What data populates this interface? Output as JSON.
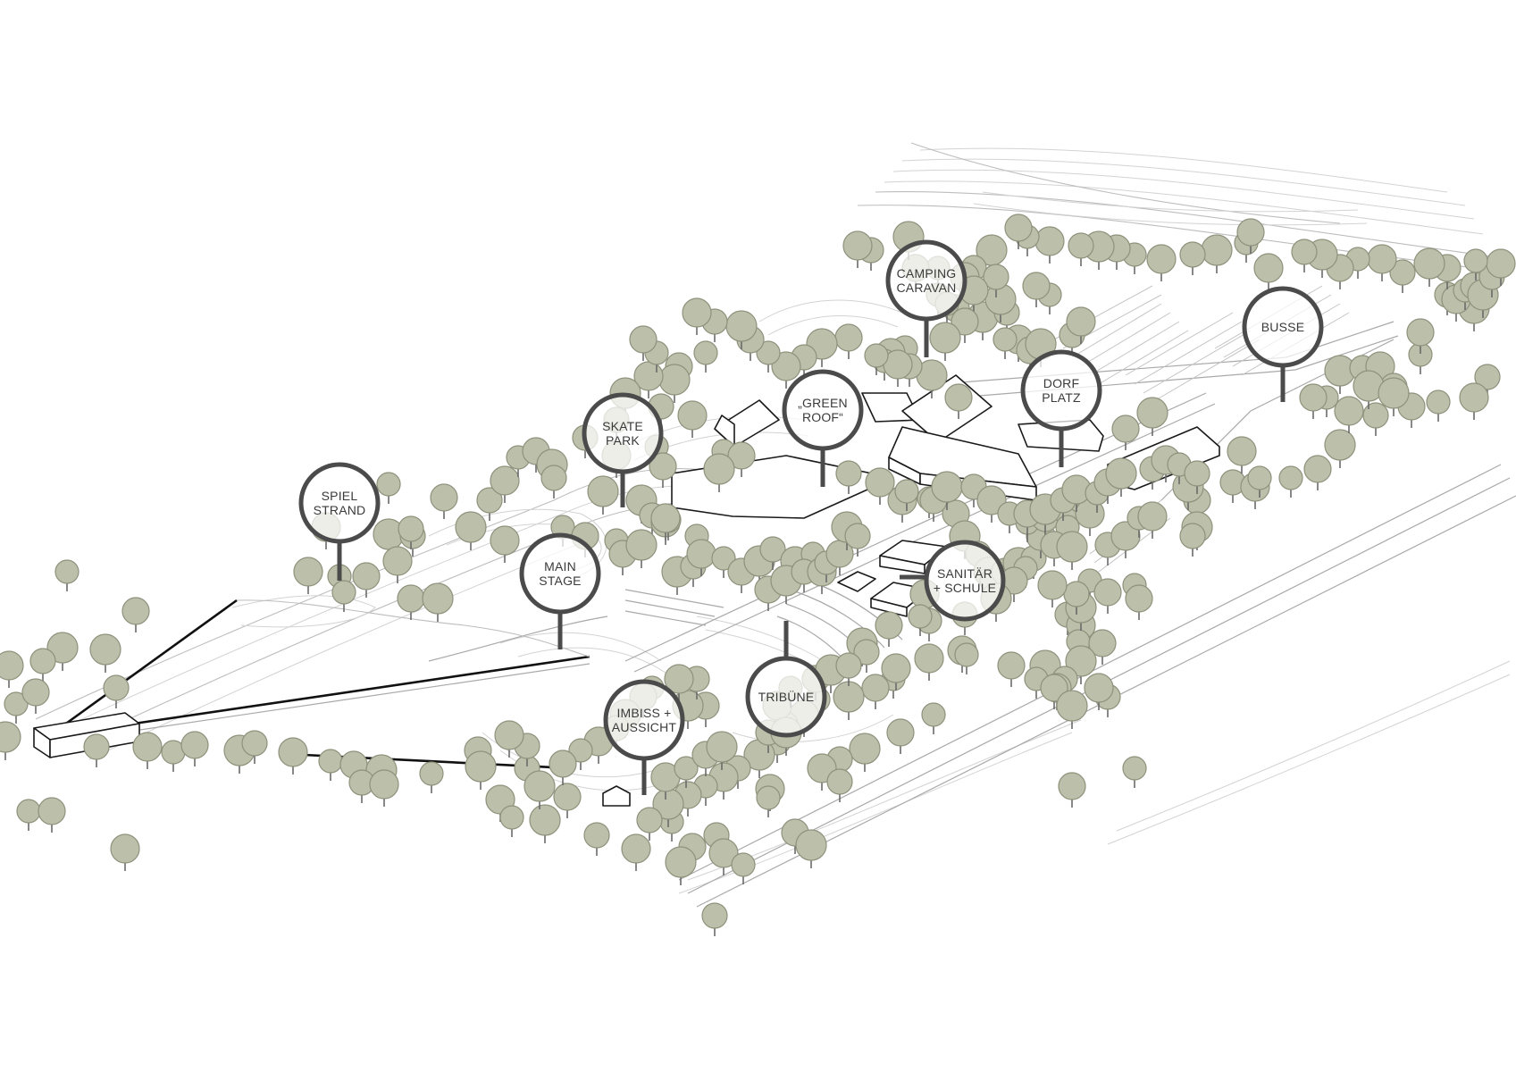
{
  "labels": [
    {
      "id": "spiel-strand",
      "lines": [
        "SPIEL",
        "STRAND"
      ]
    },
    {
      "id": "skate-park",
      "lines": [
        "SKATE",
        "PARK"
      ]
    },
    {
      "id": "main-stage",
      "lines": [
        "MAIN",
        "STAGE"
      ]
    },
    {
      "id": "green-roof",
      "lines": [
        "„GREEN",
        "ROOF“"
      ]
    },
    {
      "id": "camping-caravan",
      "lines": [
        "CAMPING",
        "CARAVAN"
      ]
    },
    {
      "id": "dorf-platz",
      "lines": [
        "DORF",
        "PLATZ"
      ]
    },
    {
      "id": "busse",
      "lines": [
        "BUSSE"
      ]
    },
    {
      "id": "sanitaer-schule",
      "lines": [
        "SANITÄR",
        "+ SCHULE"
      ]
    },
    {
      "id": "imbiss-aussicht",
      "lines": [
        "IMBISS +",
        "AUSSICHT"
      ]
    },
    {
      "id": "tribuene",
      "lines": [
        "TRIBÜNE"
      ]
    }
  ],
  "colors": {
    "tree": "#bcc0aa",
    "pin": "#4b4b4b",
    "contour": "#bdbdbd"
  }
}
